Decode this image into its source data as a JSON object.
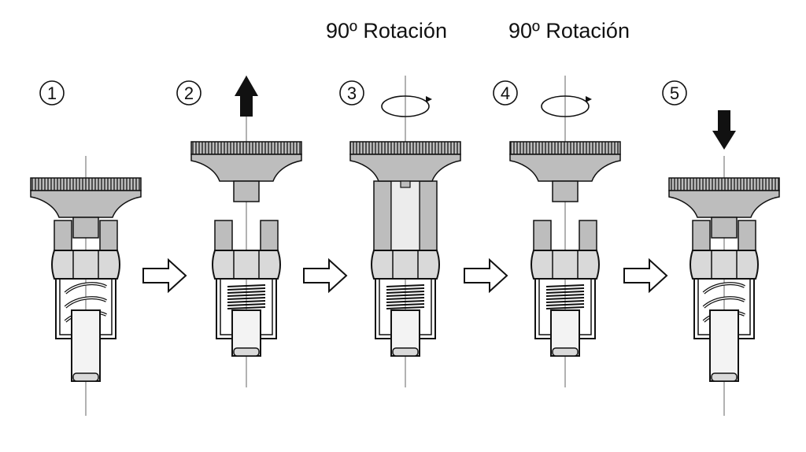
{
  "labels": {
    "rotation_step3": "90º Rotación",
    "rotation_step4": "90º Rotación"
  },
  "steps": [
    {
      "number": "1",
      "state": "engaged",
      "motion": "none"
    },
    {
      "number": "2",
      "state": "retracted",
      "motion": "pull-up"
    },
    {
      "number": "3",
      "state": "retracted-rotated",
      "motion": "rotate"
    },
    {
      "number": "4",
      "state": "retracted",
      "motion": "rotate"
    },
    {
      "number": "5",
      "state": "engaged",
      "motion": "push-down"
    }
  ],
  "colors": {
    "line": "#111111",
    "knob_fill": "#bdbdbd",
    "metal_fill": "#d9d9d9",
    "arrow_fill": "#111111",
    "step_arrow_fill": "#ffffff"
  },
  "icons": [
    "circled-number-icon",
    "up-arrow-icon",
    "rotation-arrow-icon",
    "down-arrow-icon",
    "right-arrow-icon"
  ]
}
